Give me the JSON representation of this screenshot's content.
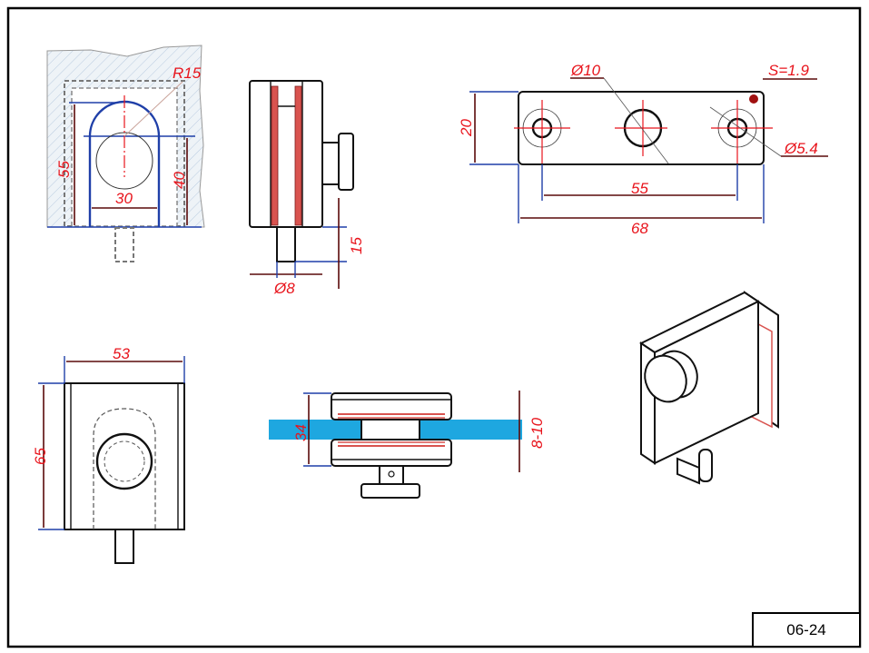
{
  "drawing": {
    "number": "06-24",
    "colors": {
      "dimension_text": "#e8141c",
      "dimension_line": "#1f3fa8",
      "glass": "#1ea7e0",
      "seal": "#d9534f"
    },
    "cutout_view": {
      "radius": "R15",
      "height_total": "55",
      "height_straight": "40",
      "width": "30"
    },
    "side_view": {
      "stem_length": "15",
      "stem_diameter": "Ø8"
    },
    "plate_view": {
      "center_hole": "Ø10",
      "thickness": "S=1.9",
      "plate_height": "20",
      "side_hole": "Ø5.4",
      "hole_spacing": "55",
      "plate_length": "68"
    },
    "front_view": {
      "width": "53",
      "height": "65"
    },
    "glass_view": {
      "clamp_height": "34",
      "glass_thickness": "8-10"
    }
  }
}
